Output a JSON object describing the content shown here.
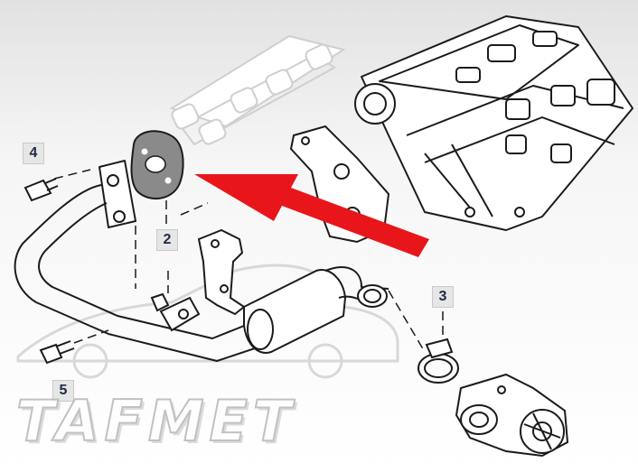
{
  "diagram": {
    "callouts": [
      {
        "id": "4",
        "label": "4"
      },
      {
        "id": "2",
        "label": "2"
      },
      {
        "id": "3",
        "label": "3"
      },
      {
        "id": "5",
        "label": "5"
      }
    ],
    "watermark": "TAFMET",
    "highlight_color": "#e8161b"
  }
}
